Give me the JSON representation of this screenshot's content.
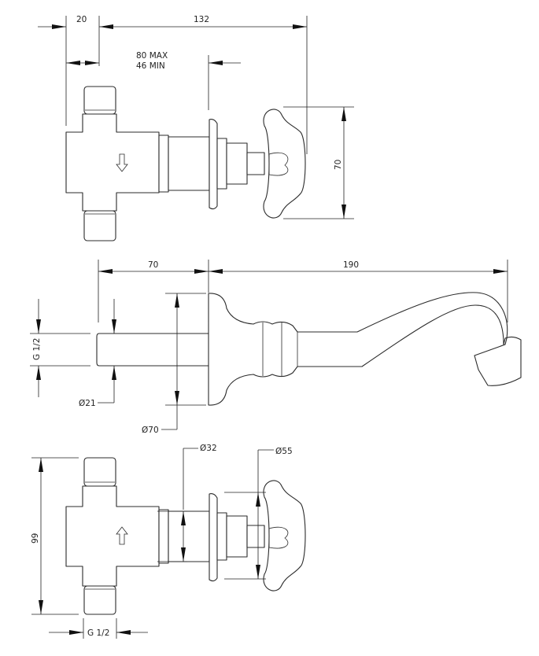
{
  "drawing": {
    "top_view": {
      "dim_flange": "20",
      "dim_overall": "132",
      "dim_depth_max": "80 MAX",
      "dim_depth_min": "46 MIN",
      "dim_handle_height": "70"
    },
    "side_view": {
      "dim_wall_offset": "70",
      "dim_spout_length": "190",
      "dim_thread": "G 1/2",
      "dim_pipe_diameter": "Ø21",
      "dim_rosette_diameter": "Ø70"
    },
    "bottom_view": {
      "dim_spindle_diameter": "Ø32",
      "dim_handle_diameter": "Ø55",
      "dim_valve_height": "99",
      "dim_inlet_thread": "G 1/2"
    }
  }
}
